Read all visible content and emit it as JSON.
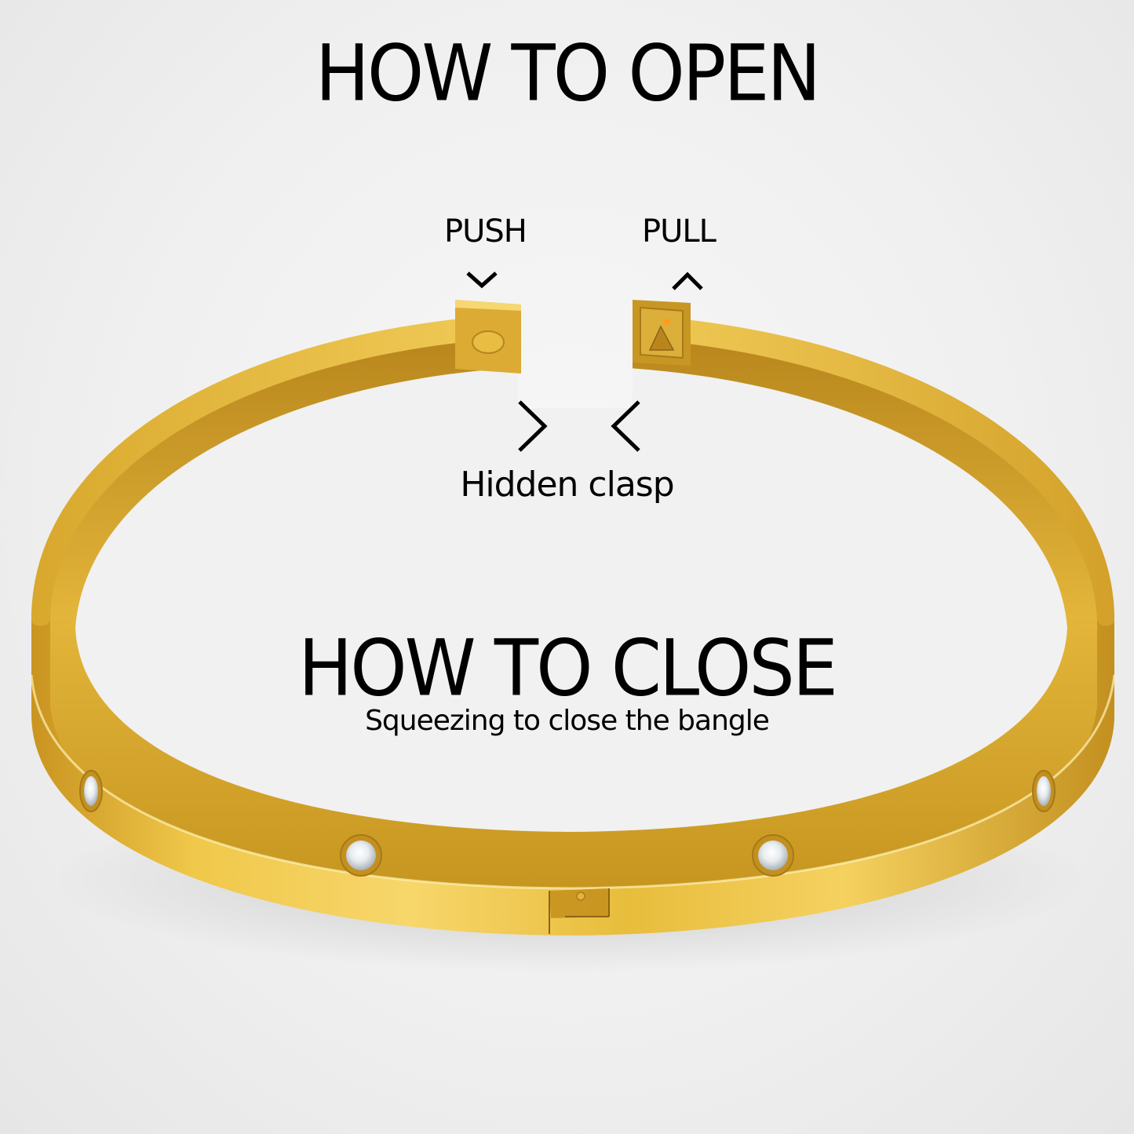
{
  "title_open": "HOW TO OPEN",
  "push_label": "PUSH",
  "pull_label": "PULL",
  "hidden_clasp_label": "Hidden clasp",
  "title_close": "HOW TO CLOSE",
  "close_subtitle": "Squeezing to close the bangle",
  "icons": [
    "chevron-down-icon",
    "chevron-up-icon",
    "chevron-right-icon",
    "chevron-left-icon"
  ],
  "colors": {
    "gold_light": "#f6d66a",
    "gold_mid": "#e0b334",
    "gold_dark": "#a9781a",
    "text": "#000000",
    "background": "#f2f2f2"
  }
}
